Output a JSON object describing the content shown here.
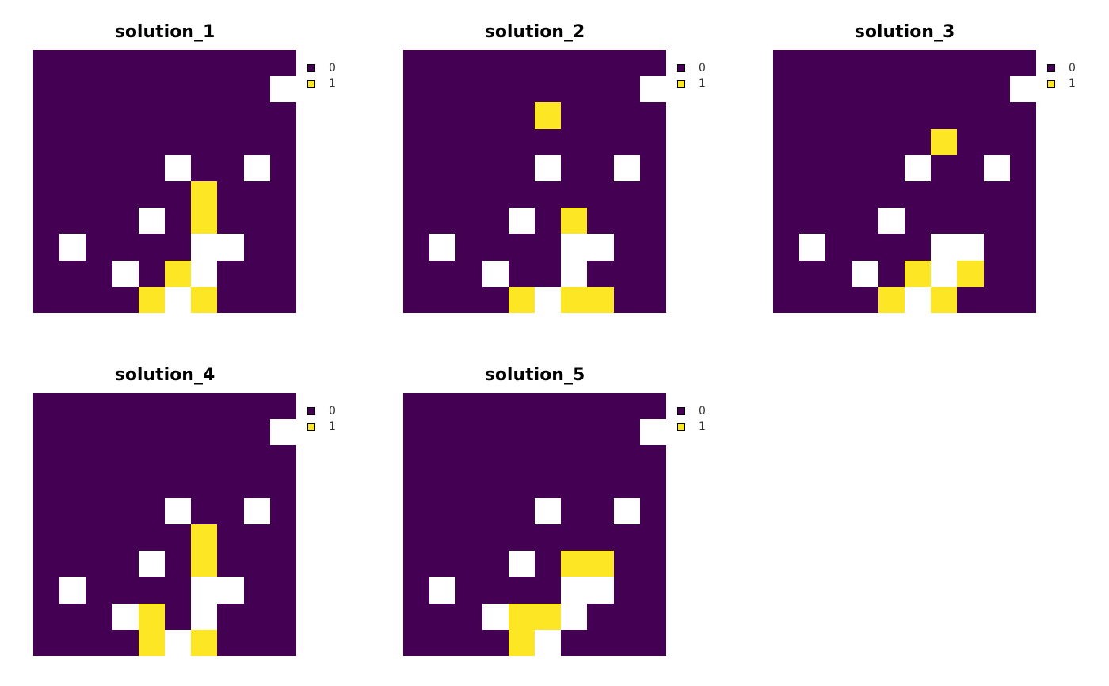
{
  "colors": {
    "zero": "#440154",
    "one": "#FDE725",
    "na": "#FFFFFF"
  },
  "legend": {
    "labels": [
      "0",
      "1"
    ]
  },
  "chart_data": [
    {
      "type": "heatmap",
      "title": "solution_1",
      "nrows": 10,
      "ncols": 10,
      "legend_position": "right",
      "values": [
        [
          0,
          0,
          0,
          0,
          0,
          0,
          0,
          0,
          0,
          0
        ],
        [
          0,
          0,
          0,
          0,
          0,
          0,
          0,
          0,
          0,
          null
        ],
        [
          0,
          0,
          0,
          0,
          0,
          0,
          0,
          0,
          0,
          0
        ],
        [
          0,
          0,
          0,
          0,
          0,
          0,
          0,
          0,
          0,
          0
        ],
        [
          0,
          0,
          0,
          0,
          0,
          null,
          0,
          0,
          null,
          0
        ],
        [
          0,
          0,
          0,
          0,
          0,
          0,
          1,
          0,
          0,
          0
        ],
        [
          0,
          0,
          0,
          0,
          null,
          0,
          1,
          0,
          0,
          0
        ],
        [
          0,
          null,
          0,
          0,
          0,
          0,
          null,
          null,
          0,
          0
        ],
        [
          0,
          0,
          0,
          null,
          0,
          1,
          null,
          0,
          0,
          0
        ],
        [
          0,
          0,
          0,
          0,
          1,
          null,
          1,
          0,
          0,
          0
        ]
      ]
    },
    {
      "type": "heatmap",
      "title": "solution_2",
      "nrows": 10,
      "ncols": 10,
      "legend_position": "right",
      "values": [
        [
          0,
          0,
          0,
          0,
          0,
          0,
          0,
          0,
          0,
          0
        ],
        [
          0,
          0,
          0,
          0,
          0,
          0,
          0,
          0,
          0,
          null
        ],
        [
          0,
          0,
          0,
          0,
          0,
          1,
          0,
          0,
          0,
          0
        ],
        [
          0,
          0,
          0,
          0,
          0,
          0,
          0,
          0,
          0,
          0
        ],
        [
          0,
          0,
          0,
          0,
          0,
          null,
          0,
          0,
          null,
          0
        ],
        [
          0,
          0,
          0,
          0,
          0,
          0,
          0,
          0,
          0,
          0
        ],
        [
          0,
          0,
          0,
          0,
          null,
          0,
          1,
          0,
          0,
          0
        ],
        [
          0,
          null,
          0,
          0,
          0,
          0,
          null,
          null,
          0,
          0
        ],
        [
          0,
          0,
          0,
          null,
          0,
          0,
          null,
          0,
          0,
          0
        ],
        [
          0,
          0,
          0,
          0,
          1,
          null,
          1,
          1,
          0,
          0
        ]
      ]
    },
    {
      "type": "heatmap",
      "title": "solution_3",
      "nrows": 10,
      "ncols": 10,
      "legend_position": "right",
      "values": [
        [
          0,
          0,
          0,
          0,
          0,
          0,
          0,
          0,
          0,
          0
        ],
        [
          0,
          0,
          0,
          0,
          0,
          0,
          0,
          0,
          0,
          null
        ],
        [
          0,
          0,
          0,
          0,
          0,
          0,
          0,
          0,
          0,
          0
        ],
        [
          0,
          0,
          0,
          0,
          0,
          0,
          1,
          0,
          0,
          0
        ],
        [
          0,
          0,
          0,
          0,
          0,
          null,
          0,
          0,
          null,
          0
        ],
        [
          0,
          0,
          0,
          0,
          0,
          0,
          0,
          0,
          0,
          0
        ],
        [
          0,
          0,
          0,
          0,
          null,
          0,
          0,
          0,
          0,
          0
        ],
        [
          0,
          null,
          0,
          0,
          0,
          0,
          null,
          null,
          0,
          0
        ],
        [
          0,
          0,
          0,
          null,
          0,
          1,
          null,
          1,
          0,
          0
        ],
        [
          0,
          0,
          0,
          0,
          1,
          null,
          1,
          0,
          0,
          0
        ]
      ]
    },
    {
      "type": "heatmap",
      "title": "solution_4",
      "nrows": 10,
      "ncols": 10,
      "legend_position": "right",
      "values": [
        [
          0,
          0,
          0,
          0,
          0,
          0,
          0,
          0,
          0,
          0
        ],
        [
          0,
          0,
          0,
          0,
          0,
          0,
          0,
          0,
          0,
          null
        ],
        [
          0,
          0,
          0,
          0,
          0,
          0,
          0,
          0,
          0,
          0
        ],
        [
          0,
          0,
          0,
          0,
          0,
          0,
          0,
          0,
          0,
          0
        ],
        [
          0,
          0,
          0,
          0,
          0,
          null,
          0,
          0,
          null,
          0
        ],
        [
          0,
          0,
          0,
          0,
          0,
          0,
          1,
          0,
          0,
          0
        ],
        [
          0,
          0,
          0,
          0,
          null,
          0,
          1,
          0,
          0,
          0
        ],
        [
          0,
          null,
          0,
          0,
          0,
          0,
          null,
          null,
          0,
          0
        ],
        [
          0,
          0,
          0,
          null,
          1,
          0,
          null,
          0,
          0,
          0
        ],
        [
          0,
          0,
          0,
          0,
          1,
          null,
          1,
          0,
          0,
          0
        ]
      ]
    },
    {
      "type": "heatmap",
      "title": "solution_5",
      "nrows": 10,
      "ncols": 10,
      "legend_position": "right",
      "values": [
        [
          0,
          0,
          0,
          0,
          0,
          0,
          0,
          0,
          0,
          0
        ],
        [
          0,
          0,
          0,
          0,
          0,
          0,
          0,
          0,
          0,
          null
        ],
        [
          0,
          0,
          0,
          0,
          0,
          0,
          0,
          0,
          0,
          0
        ],
        [
          0,
          0,
          0,
          0,
          0,
          0,
          0,
          0,
          0,
          0
        ],
        [
          0,
          0,
          0,
          0,
          0,
          null,
          0,
          0,
          null,
          0
        ],
        [
          0,
          0,
          0,
          0,
          0,
          0,
          0,
          0,
          0,
          0
        ],
        [
          0,
          0,
          0,
          0,
          null,
          0,
          1,
          1,
          0,
          0
        ],
        [
          0,
          null,
          0,
          0,
          0,
          0,
          null,
          null,
          0,
          0
        ],
        [
          0,
          0,
          0,
          null,
          1,
          1,
          null,
          0,
          0,
          0
        ],
        [
          0,
          0,
          0,
          0,
          1,
          null,
          0,
          0,
          0,
          0
        ]
      ]
    }
  ]
}
